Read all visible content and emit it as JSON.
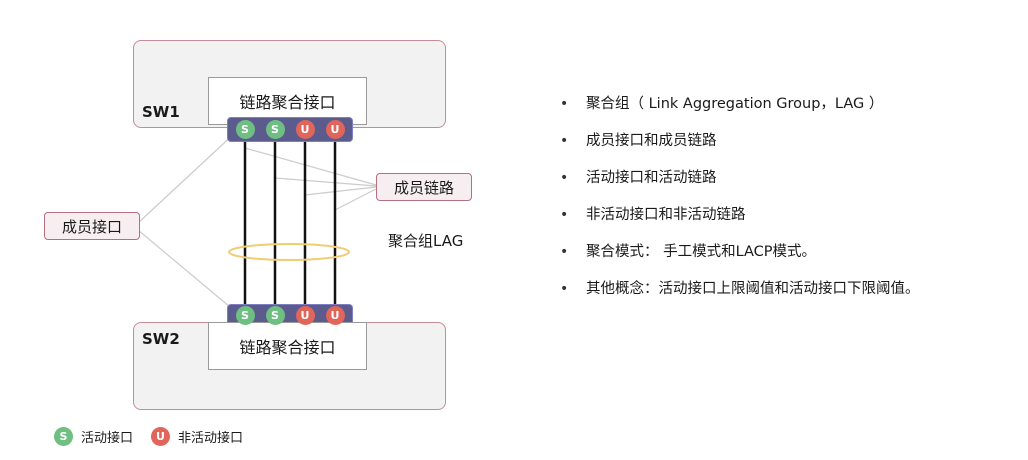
{
  "sw1": {
    "name": "SW1",
    "agg_label": "链路聚合接口",
    "ports": [
      "S",
      "S",
      "U",
      "U"
    ]
  },
  "sw2": {
    "name": "SW2",
    "agg_label": "链路聚合接口",
    "ports": [
      "S",
      "S",
      "U",
      "U"
    ]
  },
  "callouts": {
    "member_port": "成员接口",
    "member_link": "成员链路"
  },
  "lag_label": "聚合组LAG",
  "legend": [
    {
      "symbol": "S",
      "text": "活动接口",
      "color": "#6fbf82"
    },
    {
      "symbol": "U",
      "text": "非活动接口",
      "color": "#e0655a"
    }
  ],
  "bullets": [
    "聚合组（ Link Aggregation Group，LAG ）",
    "成员接口和成员链路",
    "活动接口和活动链路",
    "非活动接口和非活动链路",
    "聚合模式： 手工模式和LACP模式。",
    "其他概念：活动接口上限阈值和活动接口下限阈值。"
  ]
}
